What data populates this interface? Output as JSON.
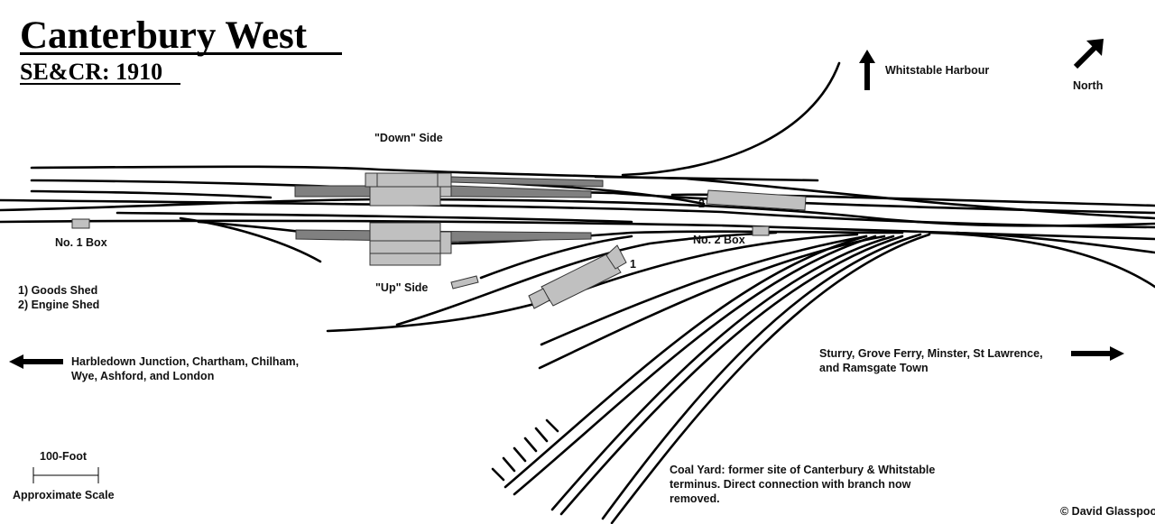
{
  "title": "Canterbury West",
  "subtitle": "SE&CR: 1910",
  "labels": {
    "down_side": "\"Down\" Side",
    "up_side": "\"Up\" Side",
    "box1": "No. 1 Box",
    "box2": "No. 2 Box",
    "shed1_num": "1",
    "shed2_num": "2",
    "legend1": "1) Goods Shed",
    "legend2": "2) Engine Shed",
    "whitstable": "Whitstable Harbour",
    "north": "North",
    "west_line1": "Harbledown Junction, Chartham, Chilham,",
    "west_line2": "Wye, Ashford, and London",
    "east_line1": "Sturry, Grove Ferry, Minster, St Lawrence,",
    "east_line2": "and Ramsgate Town",
    "coal1": "Coal Yard: former site of Canterbury & Whitstable",
    "coal2": "terminus. Direct connection with branch now",
    "coal3": "removed.",
    "scale_top": "100-Foot",
    "scale_bottom": "Approximate Scale",
    "copyright": "© David Glasspool"
  },
  "colors": {
    "platform": "#808080",
    "building": "#c0c0c0",
    "track": "#000000"
  }
}
